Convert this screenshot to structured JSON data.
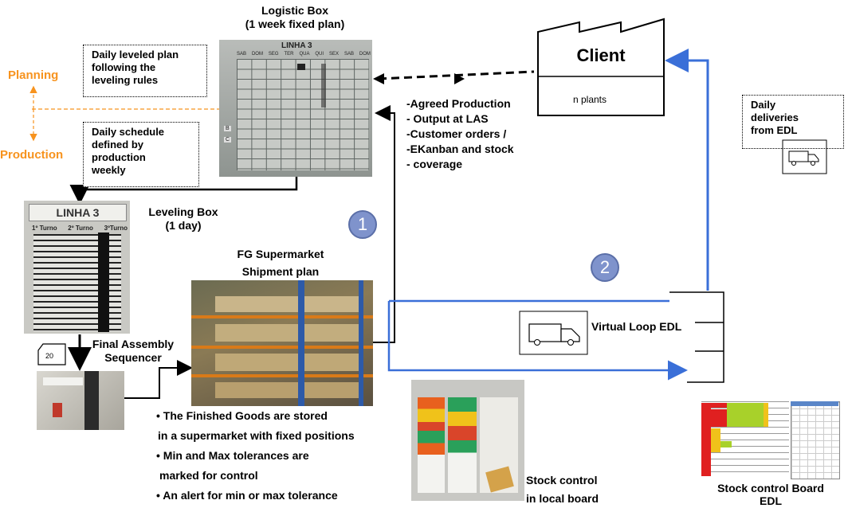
{
  "logistic_box": {
    "title": "Logistic Box",
    "subtitle": "(1 week fixed plan)",
    "board_header": "LINHA 3",
    "days": [
      "SAB",
      "DOM",
      "SEG",
      "TER",
      "QUA",
      "QUI",
      "SEX",
      "SAB",
      "DOM"
    ],
    "row_b": "B",
    "row_c": "C"
  },
  "planning_label": "Planning",
  "production_label": "Production",
  "daily_leveled_plan": [
    "Daily leveled plan",
    "following the",
    "leveling rules"
  ],
  "daily_schedule": [
    "Daily schedule",
    "defined by",
    "production",
    "weekly"
  ],
  "leveling_box": {
    "title": "Leveling Box",
    "subtitle": "(1 day)",
    "board_header": "LINHA 3",
    "shifts": [
      "1º Turno",
      "2º Turno",
      "3ºTurno"
    ]
  },
  "client": {
    "title": "Client",
    "subtitle": "n plants"
  },
  "agreed_list": [
    "-Agreed Production",
    "- Output at LAS",
    "-Customer orders /",
    "-EKanban and stock",
    "- coverage"
  ],
  "daily_deliveries": [
    "Daily",
    "deliveries",
    "from EDL"
  ],
  "loop_1": "1",
  "loop_2": "2",
  "fg_supermarket": {
    "title": "FG Supermarket",
    "subtitle": "Shipment plan"
  },
  "final_assembly": {
    "title": "Final Assembly",
    "subtitle": "Sequencer",
    "card_number": "20"
  },
  "virtual_loop": "Virtual Loop EDL",
  "bullets": [
    "• The Finished Goods are stored",
    "  in a supermarket with fixed positions",
    "• Min and Max tolerances are",
    "  marked for control",
    "• An alert for min or max tolerance"
  ],
  "stock_local": [
    "Stock control",
    "in local board"
  ],
  "stock_edl": {
    "title": "Stock control Board",
    "subtitle": "EDL"
  },
  "colors": {
    "blue_loop": "#3a6fd8",
    "orange": "#f7931e",
    "circle": "#7f93cc"
  }
}
